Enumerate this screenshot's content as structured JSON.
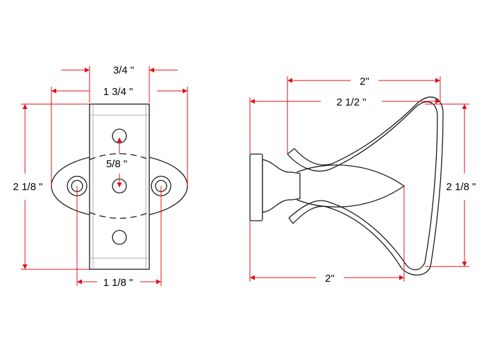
{
  "diagram": {
    "colors": {
      "dimension": "#e0101a",
      "outline": "#1a1a1a",
      "background": "#ffffff"
    },
    "front_view": {
      "dim_top_width": "3/4 \"",
      "dim_overall_width": "1 3/4 \"",
      "dim_height": "2 1/8 \"",
      "dim_hole_spacing": "5/8 \"",
      "dim_mount_spacing": "1 1/8 \""
    },
    "side_view": {
      "dim_spring_width": "2\"",
      "dim_overall_width": "2 1/2 \"",
      "dim_height": "2 1/8 \"",
      "dim_base_width": "2\""
    }
  }
}
